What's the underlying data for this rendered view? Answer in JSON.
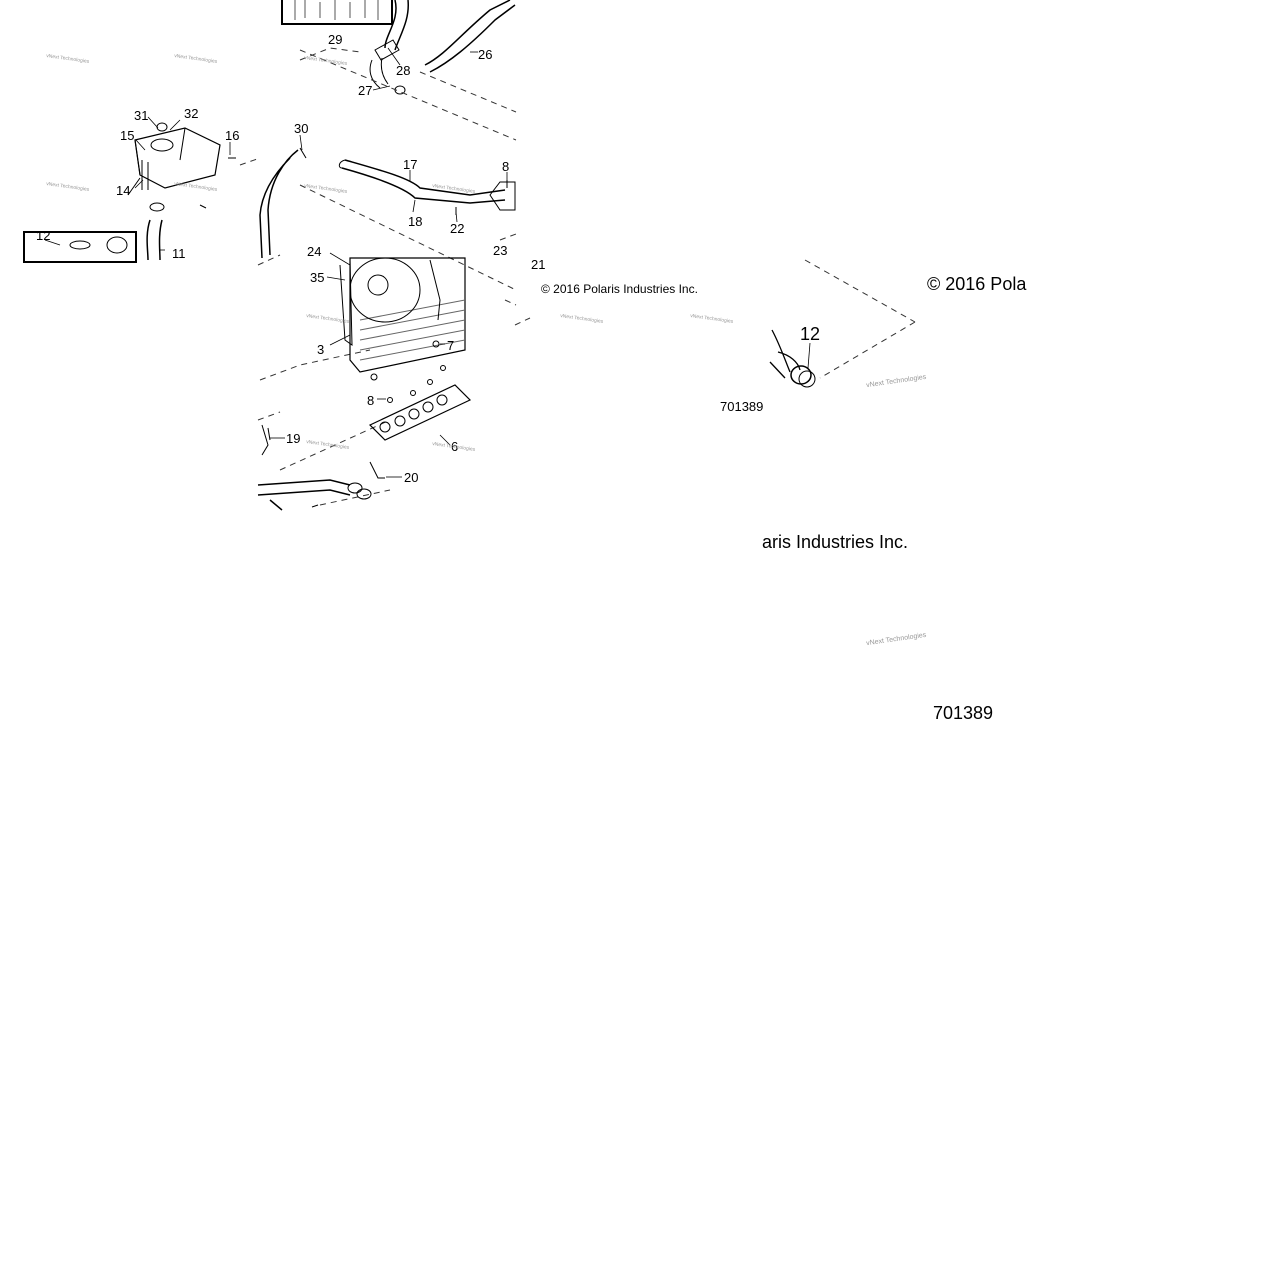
{
  "diagram": {
    "main_view": {
      "callouts": {
        "c29": "29",
        "c28": "28",
        "c26": "26",
        "c27": "27",
        "c31": "31",
        "c32": "32",
        "c15": "15",
        "c16": "16",
        "c14": "14",
        "c12": "12",
        "c11": "11",
        "c30": "30",
        "c17": "17",
        "c8a": "8",
        "c18": "18",
        "c22": "22",
        "c23": "23",
        "c24": "24",
        "c21": "21",
        "c35": "35",
        "c3": "3",
        "c7": "7",
        "c8b": "8",
        "c19": "19",
        "c6": "6",
        "c20": "20"
      },
      "copyright": "© 2016 Polaris Industries Inc.",
      "figure_number": "701389",
      "watermark": "vNext Technologies"
    },
    "detail_view": {
      "callout_12": "12",
      "figure_number": "701389",
      "watermark": "vNext Technologies"
    },
    "enlarged_fragments": {
      "copyright_left": "© 2016 Pola",
      "copyright_right": "aris Industries Inc.",
      "figure_number": "701389",
      "watermark": "vNext Technologies"
    }
  }
}
